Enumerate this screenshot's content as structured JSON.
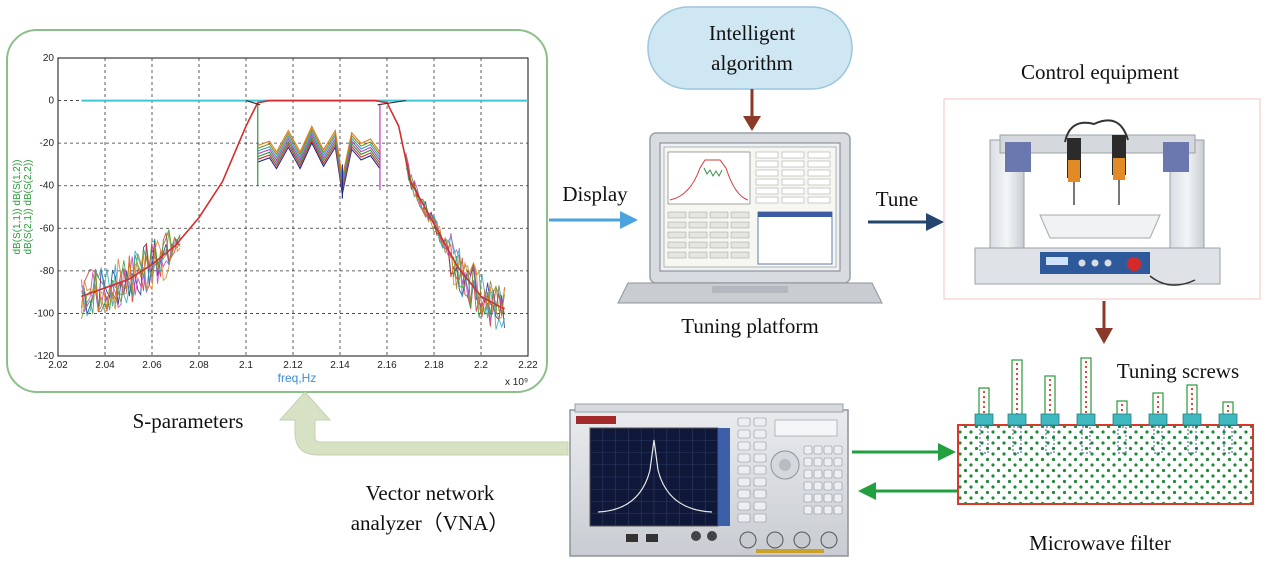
{
  "labels": {
    "intelligent_line1": "Intelligent",
    "intelligent_line2": "algorithm",
    "control_equipment": "Control equipment",
    "display": "Display",
    "tune": "Tune",
    "tuning_platform": "Tuning platform",
    "tuning_screws": "Tuning screws",
    "s_parameters": "S-parameters",
    "vna_line1": "Vector network",
    "vna_line2": "analyzer（VNA）",
    "microwave_filter": "Microwave filter"
  },
  "colors": {
    "cloud_fill": "#cfe6f3",
    "brown_arrow": "#8b3a2a",
    "blue_arrow": "#4aa3dc",
    "navy_arrow": "#24456f",
    "green_arrow": "#22a040",
    "olive_arrow": "#d7e2c4",
    "plot_frame": "#8cc08a",
    "filter_border": "#d9382a",
    "screw_fill": "#3fb8c0"
  },
  "chart_data": {
    "type": "line",
    "xlabel": "freq,Hz",
    "ylabel_line1": "dB(S(1,1)) dB(S(1,2))",
    "ylabel_line2": "dB(S(2,1)) dB(S(2,2))",
    "x_multiplier": "x 10⁹",
    "xlim": [
      2.02,
      2.22
    ],
    "ylim": [
      -120,
      20
    ],
    "grid": true,
    "x_ticks": [
      "2.02",
      "2.04",
      "2.06",
      "2.08",
      "2.1",
      "2.12",
      "2.14",
      "2.16",
      "2.18",
      "2.2",
      "2.22"
    ],
    "y_ticks": [
      "20",
      "0",
      "-20",
      "-40",
      "-60",
      "-80",
      "-100",
      "-120"
    ],
    "transmission": {
      "name": "S21",
      "x": [
        2.03,
        2.04,
        2.05,
        2.06,
        2.07,
        2.08,
        2.09,
        2.1,
        2.105,
        2.11,
        2.155,
        2.16,
        2.165,
        2.17,
        2.18,
        2.19,
        2.2,
        2.21
      ],
      "y": [
        -92,
        -88,
        -84,
        -77,
        -68,
        -55,
        -38,
        -12,
        -1,
        0,
        0,
        -1,
        -12,
        -38,
        -58,
        -78,
        -92,
        -98
      ]
    },
    "reflection": {
      "name": "S11",
      "x": [
        2.105,
        2.11,
        2.113,
        2.118,
        2.123,
        2.128,
        2.133,
        2.138,
        2.141,
        2.145,
        2.149,
        2.153,
        2.157
      ],
      "y": [
        -25,
        -23,
        -28,
        -18,
        -28,
        -16,
        -27,
        -18,
        -40,
        -19,
        -24,
        -22,
        -28
      ]
    }
  }
}
